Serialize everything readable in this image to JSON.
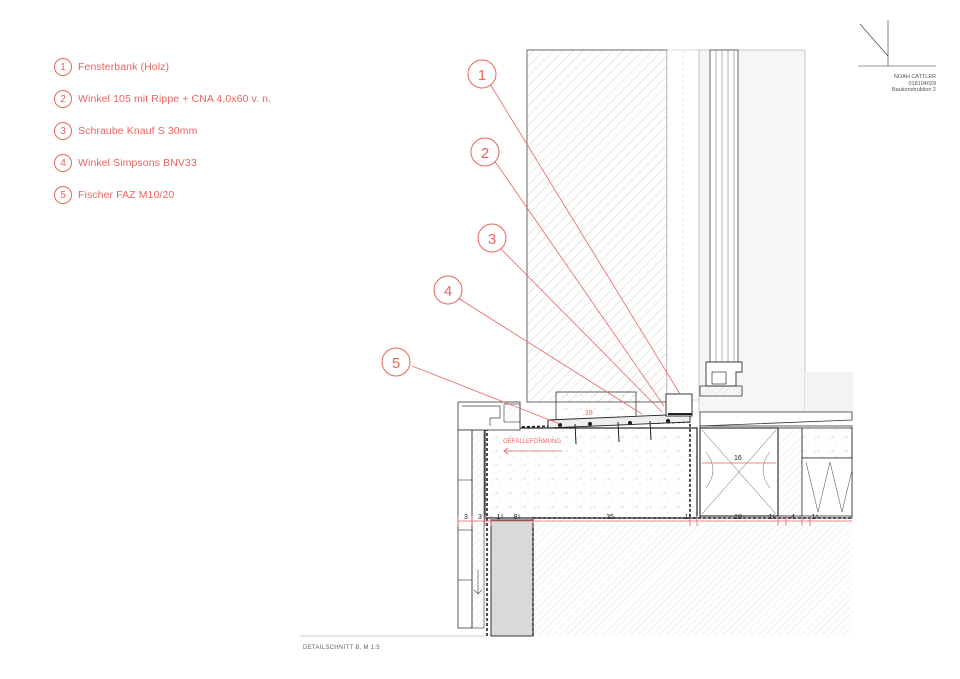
{
  "legend": [
    {
      "num": "1",
      "text": "Fensterbank (Holz)"
    },
    {
      "num": "2",
      "text": "Winkel 105 mit Rippe + CNA 4,0x60 v. n."
    },
    {
      "num": "3",
      "text": "Schraube Knauf S 30mm"
    },
    {
      "num": "4",
      "text": "Winkel Simpsons BNV33"
    },
    {
      "num": "5",
      "text": "Fischer FAZ M10/20"
    }
  ],
  "titleblock": {
    "name": "NOAH CATTLER",
    "id": "018104029",
    "course": "Baukonstruktion 2"
  },
  "caption": "DETAILSCHNITT B, M 1:5",
  "annotations": {
    "slope_label": "GEFÄLLEFORMUNG",
    "sill_width": "18",
    "insulation_depth": "16"
  },
  "dimensions": [
    "3",
    "3",
    "1⁵",
    "8⁵",
    "35",
    "1⁵",
    "18",
    "1⁵",
    "4",
    "1⁵"
  ],
  "callouts": [
    "1",
    "2",
    "3",
    "4",
    "5"
  ],
  "colors": {
    "accent": "#e8655f",
    "line": "#222222",
    "hatch": "#999999"
  }
}
